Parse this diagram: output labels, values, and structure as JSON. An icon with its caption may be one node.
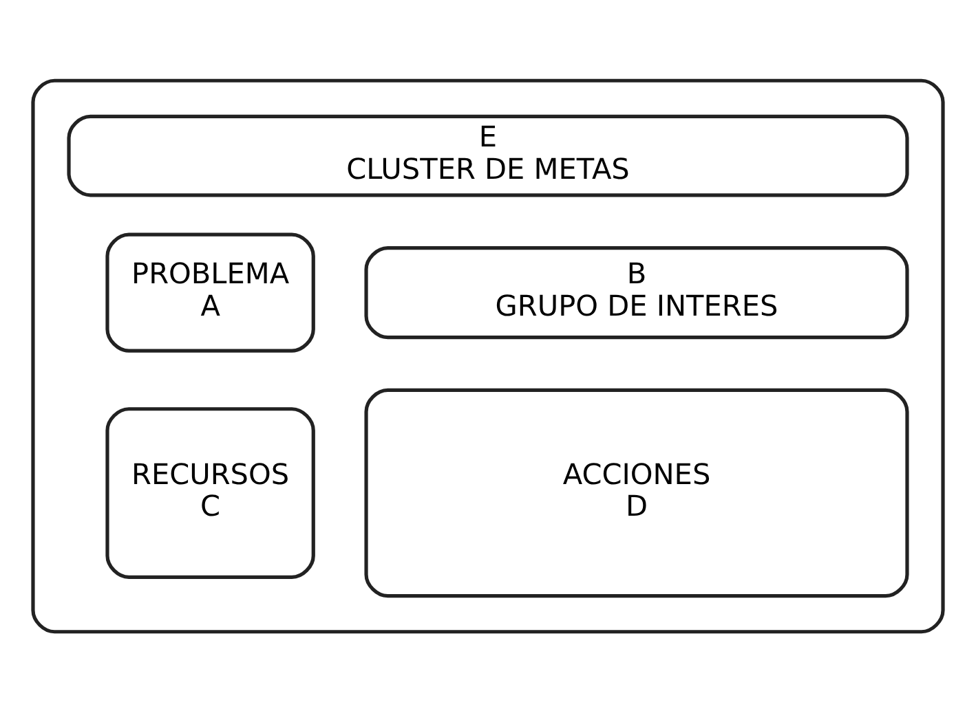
{
  "diagram": {
    "nodes": [
      {
        "text": [],
        "shape": "box"
      },
      {
        "text": [
          "E",
          "CLUSTER DE METAS"
        ],
        "in": 0
      },
      {
        "text": [
          "PROBLEMA",
          "A"
        ],
        "in": 0
      },
      {
        "text": [
          "B",
          "GRUPO DE INTERES"
        ],
        "in": 0
      },
      {
        "text": [
          "RECURSOS",
          "C"
        ],
        "in": 0
      },
      {
        "text": [
          "ACCIONES",
          "D"
        ],
        "in": 0
      }
    ],
    "edges": []
  }
}
